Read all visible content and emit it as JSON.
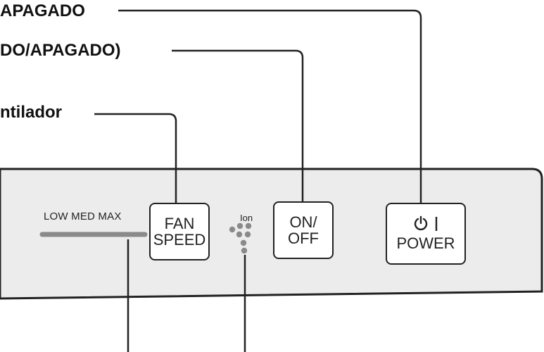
{
  "callouts": {
    "power_label": "APAGADO",
    "onoff_label": "DO/APAGADO)",
    "fan_label": "ntilador"
  },
  "panel": {
    "speed_levels": "LOW  MED  MAX",
    "fan_button": {
      "line1": "FAN",
      "line2": "SPEED"
    },
    "ion_label": "Ion",
    "onoff_button": {
      "line1": "ON/",
      "line2": "OFF"
    },
    "power_button": {
      "label": "POWER",
      "icon": "power-icon"
    }
  },
  "colors": {
    "panel_fill": "#ececec",
    "outline": "#222222",
    "speed_bar": "#8a8a8a"
  }
}
